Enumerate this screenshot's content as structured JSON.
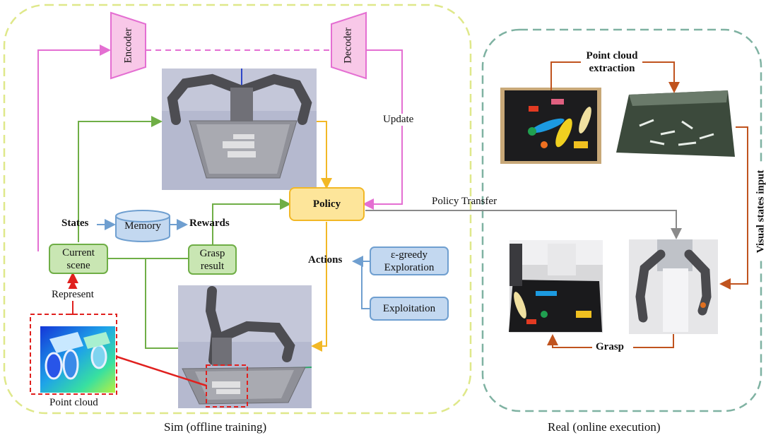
{
  "sim": {
    "panel_label": "Sim (offline training)",
    "encoder_label": "Encoder",
    "decoder_label": "Decoder",
    "update_label": "Update",
    "policy_label": "Policy",
    "states_label": "States",
    "memory_label": "Memory",
    "rewards_label": "Rewards",
    "current_scene_label": "Current scene",
    "grasp_result_label": "Grasp result",
    "actions_label": "Actions",
    "egreedy_label": "ε-greedy Exploration",
    "exploitation_label": "Exploitation",
    "represent_label": "Represent",
    "point_cloud_label": "Point cloud"
  },
  "transfer_label": "Policy Transfer",
  "real": {
    "panel_label": "Real (online execution)",
    "point_cloud_extraction_label": "Point cloud extraction",
    "visual_states_label": "Visual states input",
    "grasp_label": "Grasp"
  },
  "colors": {
    "sim_border": "#dfe88a",
    "real_border": "#7fb2a2",
    "encoder_fill": "#f8c8e8",
    "encoder_line": "#e46fd2",
    "green_line": "#6fae46",
    "blue_line": "#6f9fd0",
    "policy_line": "#f2b826",
    "red": "#e0201e",
    "brown_arrow": "#c0531e",
    "gray_line": "#8a8a8a"
  }
}
